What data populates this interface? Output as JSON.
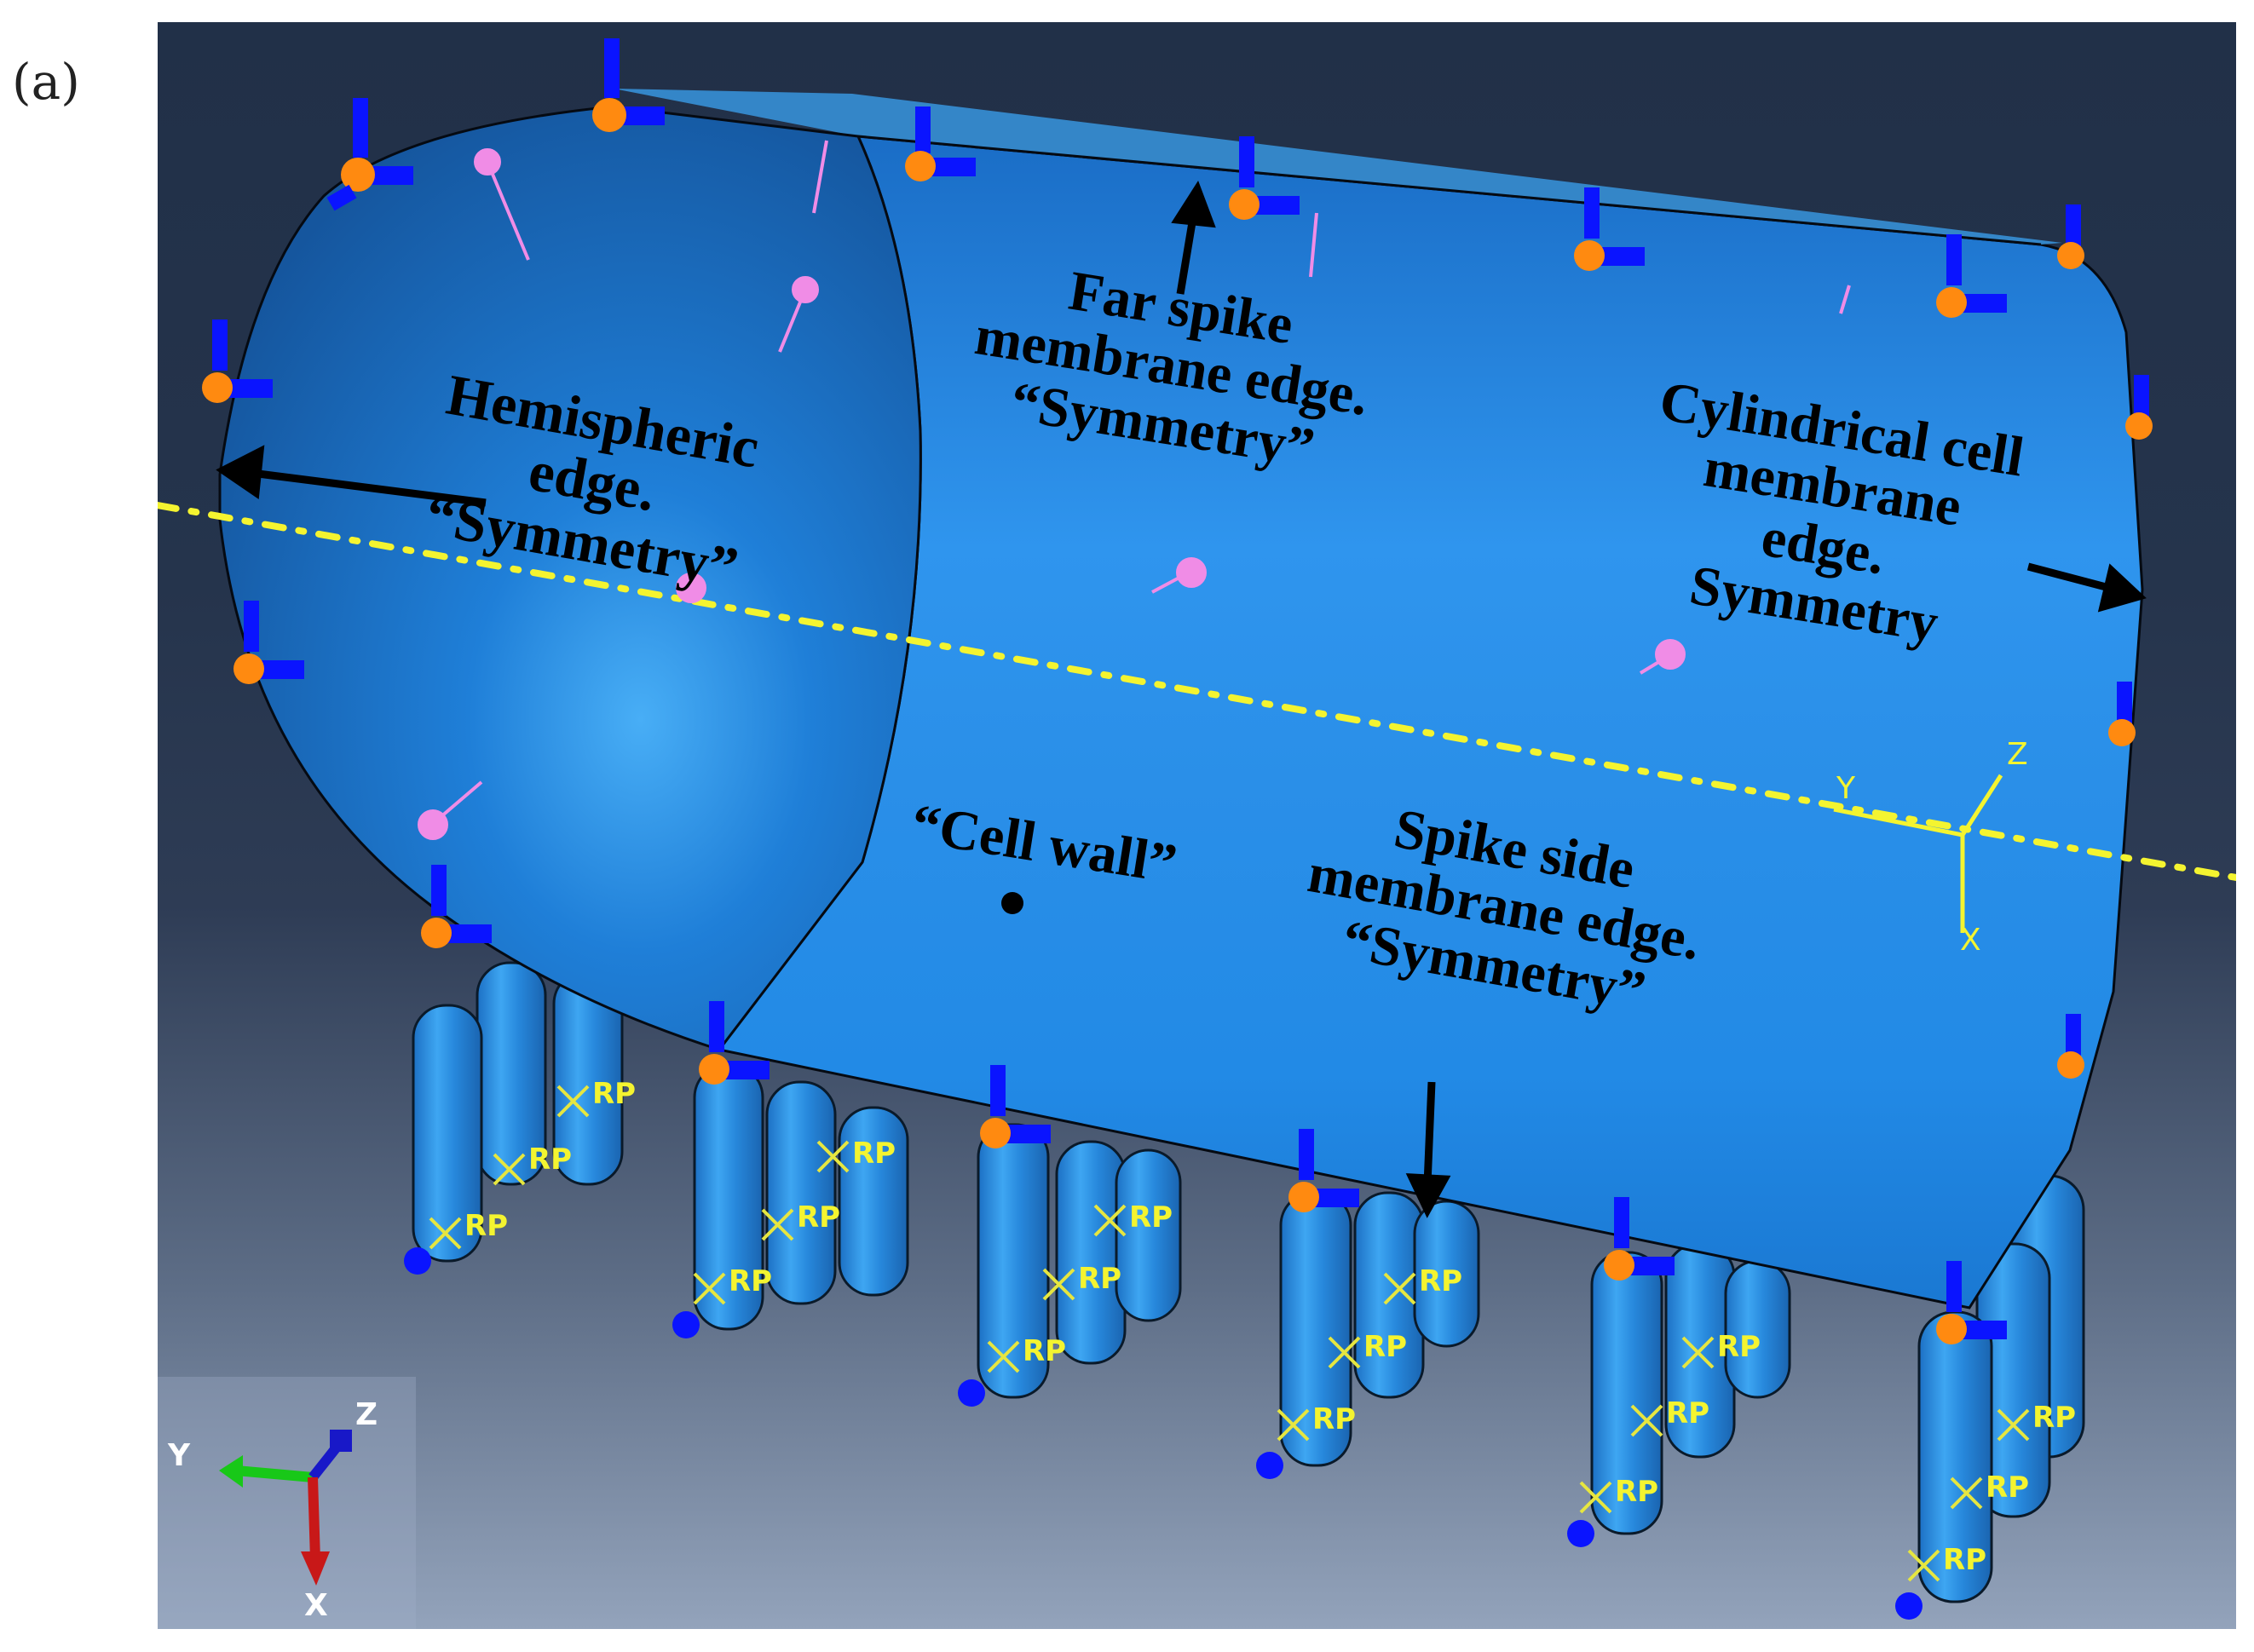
{
  "figure": {
    "panel_label": "(a)",
    "application": "Abaqus/CAE viewport (model view)"
  },
  "annotations": {
    "hemispheric": {
      "line1": "Hemispheric",
      "line2": "edge.",
      "line3": "“Symmetry”"
    },
    "far_spike": {
      "line1": "Far spike",
      "line2": "membrane edge.",
      "line3": "“Symmetry”"
    },
    "cylindrical": {
      "line1": "Cylindrical cell",
      "line2": "membrane",
      "line3": "edge.",
      "line4": "Symmetry"
    },
    "cell_wall": {
      "line1": "“Cell wall”"
    },
    "spike_side": {
      "line1": "Spike side",
      "line2": "membrane edge.",
      "line3": "“Symmetry”"
    }
  },
  "local_csys": {
    "x": "X",
    "y": "Y",
    "z": "Z"
  },
  "reference_point_label": "RP",
  "view_triad": {
    "x": "X",
    "y": "Y",
    "z": "Z"
  },
  "colors": {
    "body": "#1c7ad8",
    "body_light": "#3aa3f5",
    "hemisphere": "#1866b8",
    "bc_blue": "#0a14ff",
    "bc_orange": "#ff8a10",
    "load_pink": "#f08ce6",
    "csys_yellow": "#f4f430",
    "triad_x": "#c81818",
    "triad_y": "#18c818",
    "triad_z": "#1818c8"
  }
}
